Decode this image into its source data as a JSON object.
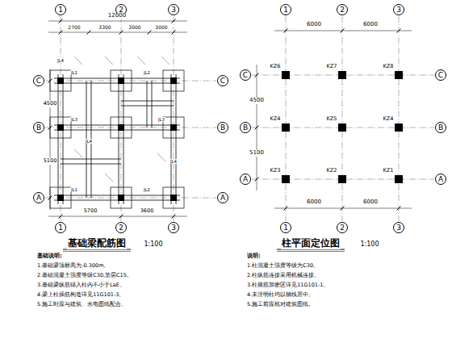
{
  "diagram": {
    "nodes": [
      {
        "text": [
          "1"
        ]
      },
      {
        "text": [
          "2"
        ]
      },
      {
        "text": [
          "3"
        ]
      },
      {
        "text": [
          "1"
        ]
      },
      {
        "text": [
          "2"
        ]
      },
      {
        "text": [
          "3"
        ]
      },
      {
        "text": [
          "C"
        ]
      },
      {
        "text": [
          "C"
        ]
      },
      {
        "text": [
          "C"
        ]
      },
      {
        "text": [
          "C"
        ]
      },
      {
        "text": [
          "B"
        ]
      },
      {
        "text": [
          "B"
        ]
      },
      {
        "text": [
          "B"
        ]
      },
      {
        "text": [
          "B"
        ]
      },
      {
        "text": [
          "A"
        ]
      },
      {
        "text": [
          "A"
        ]
      },
      {
        "text": [
          "A"
        ]
      },
      {
        "text": [
          "A"
        ]
      },
      {
        "text": [
          "1"
        ]
      },
      {
        "text": [
          "2"
        ]
      },
      {
        "text": [
          "3"
        ]
      },
      {
        "text": [
          "1"
        ]
      },
      {
        "text": [
          "2"
        ]
      },
      {
        "text": [
          "3"
        ]
      }
    ],
    "labels": [
      "基础梁配筋图",
      "1:100",
      "柱平面定位图",
      "1:100",
      "6000",
      "6000",
      "4500",
      "5100",
      "KZ6",
      "KZ7",
      "KZ8",
      "KZ4",
      "KZ5",
      "KZ4",
      "KZ3",
      "KZ2",
      "KZ1",
      "6000",
      "6000",
      "12000",
      "2700",
      "3300",
      "3000",
      "3000",
      "4500",
      "5100",
      "5700",
      "3600",
      "JL1",
      "JL2",
      "JL3",
      "JL3",
      "JL1",
      "JL2",
      "JL4",
      "JL4",
      "JL4",
      "基础说明:",
      "1.基础梁顶标高为-0.300m。",
      "2.基础混凝土强度等级C30,垫层C15。",
      "3.基础梁纵筋锚入柱内不小于LaE。",
      "4.梁上柱插筋构造详见11G101-3。",
      "5.施工时应与建筑、水电图纸配合。",
      "说明:",
      "1.柱混凝土强度等级为C30。",
      "2.柱纵筋连接采用机械连接。",
      "3.柱箍筋加密区详见11G101-1。",
      "4.未注明柱均以轴线居中。",
      "5.施工前应核对建筑图纸。"
    ]
  }
}
